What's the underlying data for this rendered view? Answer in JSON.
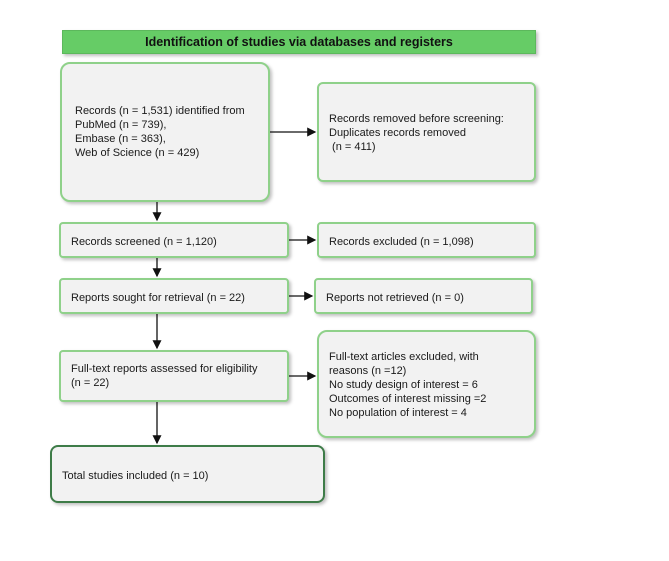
{
  "header": {
    "title": "Identification of studies via databases and registers"
  },
  "boxes": {
    "records_identified": [
      "Records (n =  1,531) identified from",
      "PubMed (n = 739),",
      "Embase (n = 363),",
      "Web of Science (n = 429)"
    ],
    "records_removed": [
      "Records removed before screening:",
      "Duplicates records removed",
      " (n = 411)"
    ],
    "records_screened": "Records screened (n =  1,120)",
    "records_excluded": "Records excluded (n = 1,098)",
    "reports_sought": "Reports sought for retrieval (n = 22)",
    "reports_not_retrieved": "Reports not retrieved (n = 0)",
    "fulltext_assessed": [
      "Full-text reports assessed for eligibility",
      "(n = 22)"
    ],
    "fulltext_excluded": [
      "Full-text articles excluded, with",
      "reasons (n  =12)",
      "No study design of interest = 6",
      "Outcomes of interest missing =2",
      "No population of interest = 4"
    ],
    "total_included": "Total studies included (n = 10)"
  }
}
